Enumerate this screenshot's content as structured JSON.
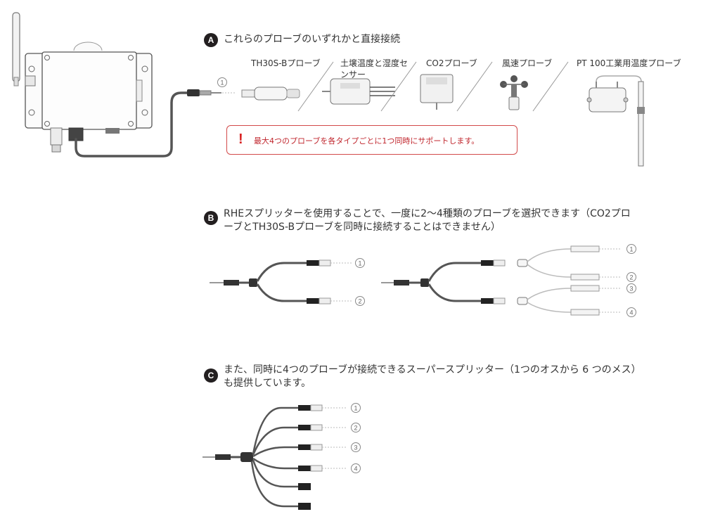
{
  "section_a": {
    "badge": "A",
    "title": "これらのプローブのいずれかと直接接続",
    "port_number": "1",
    "probes": [
      {
        "name": "TH30S-Bプローブ"
      },
      {
        "name": "土壌温度と湿度センサー"
      },
      {
        "name": "CO2プローブ"
      },
      {
        "name": "風速プローブ"
      },
      {
        "name": "PT 100工業用温度プローブ"
      }
    ],
    "note": {
      "icon": "exclamation-icon",
      "text": "最大4つのプローブを各タイプごとに1つ同時にサポートします。",
      "color": "#c0262d"
    }
  },
  "section_b": {
    "badge": "B",
    "text_line1": "RHEスプリッターを使用することで、一度に2～4種類のプローブを選択できます（CO2プロ",
    "text_line2": "ーブとTH30S-Bプローブを同時に接続することはできません）",
    "splitter2_ports": [
      "1",
      "2"
    ],
    "splitter4_ports": [
      "1",
      "2",
      "3",
      "4"
    ]
  },
  "section_c": {
    "badge": "C",
    "text_line1": "また、同時に4つのプローブが接続できるスーパースプリッター（1つのオスから 6 つのメス）",
    "text_line2": "も提供しています。",
    "ports": [
      "1",
      "2",
      "3",
      "4"
    ]
  },
  "colors": {
    "badge": "#231f20",
    "cable": "#555555",
    "note_border": "#d24a4a"
  }
}
